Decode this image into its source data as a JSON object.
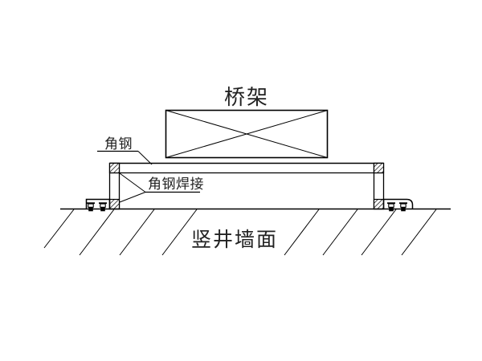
{
  "title": "桥架",
  "labels": {
    "angle_steel": "角钢",
    "angle_steel_weld": "角钢焊接",
    "shaft_wall": "竖井墙面"
  },
  "colors": {
    "line": "#000000",
    "text": "#222222",
    "background": "#ffffff"
  },
  "icons": {
    "hatch_block": "weld-pad-hatch-icon",
    "anchor_bolt": "anchor-bolt-icon"
  }
}
